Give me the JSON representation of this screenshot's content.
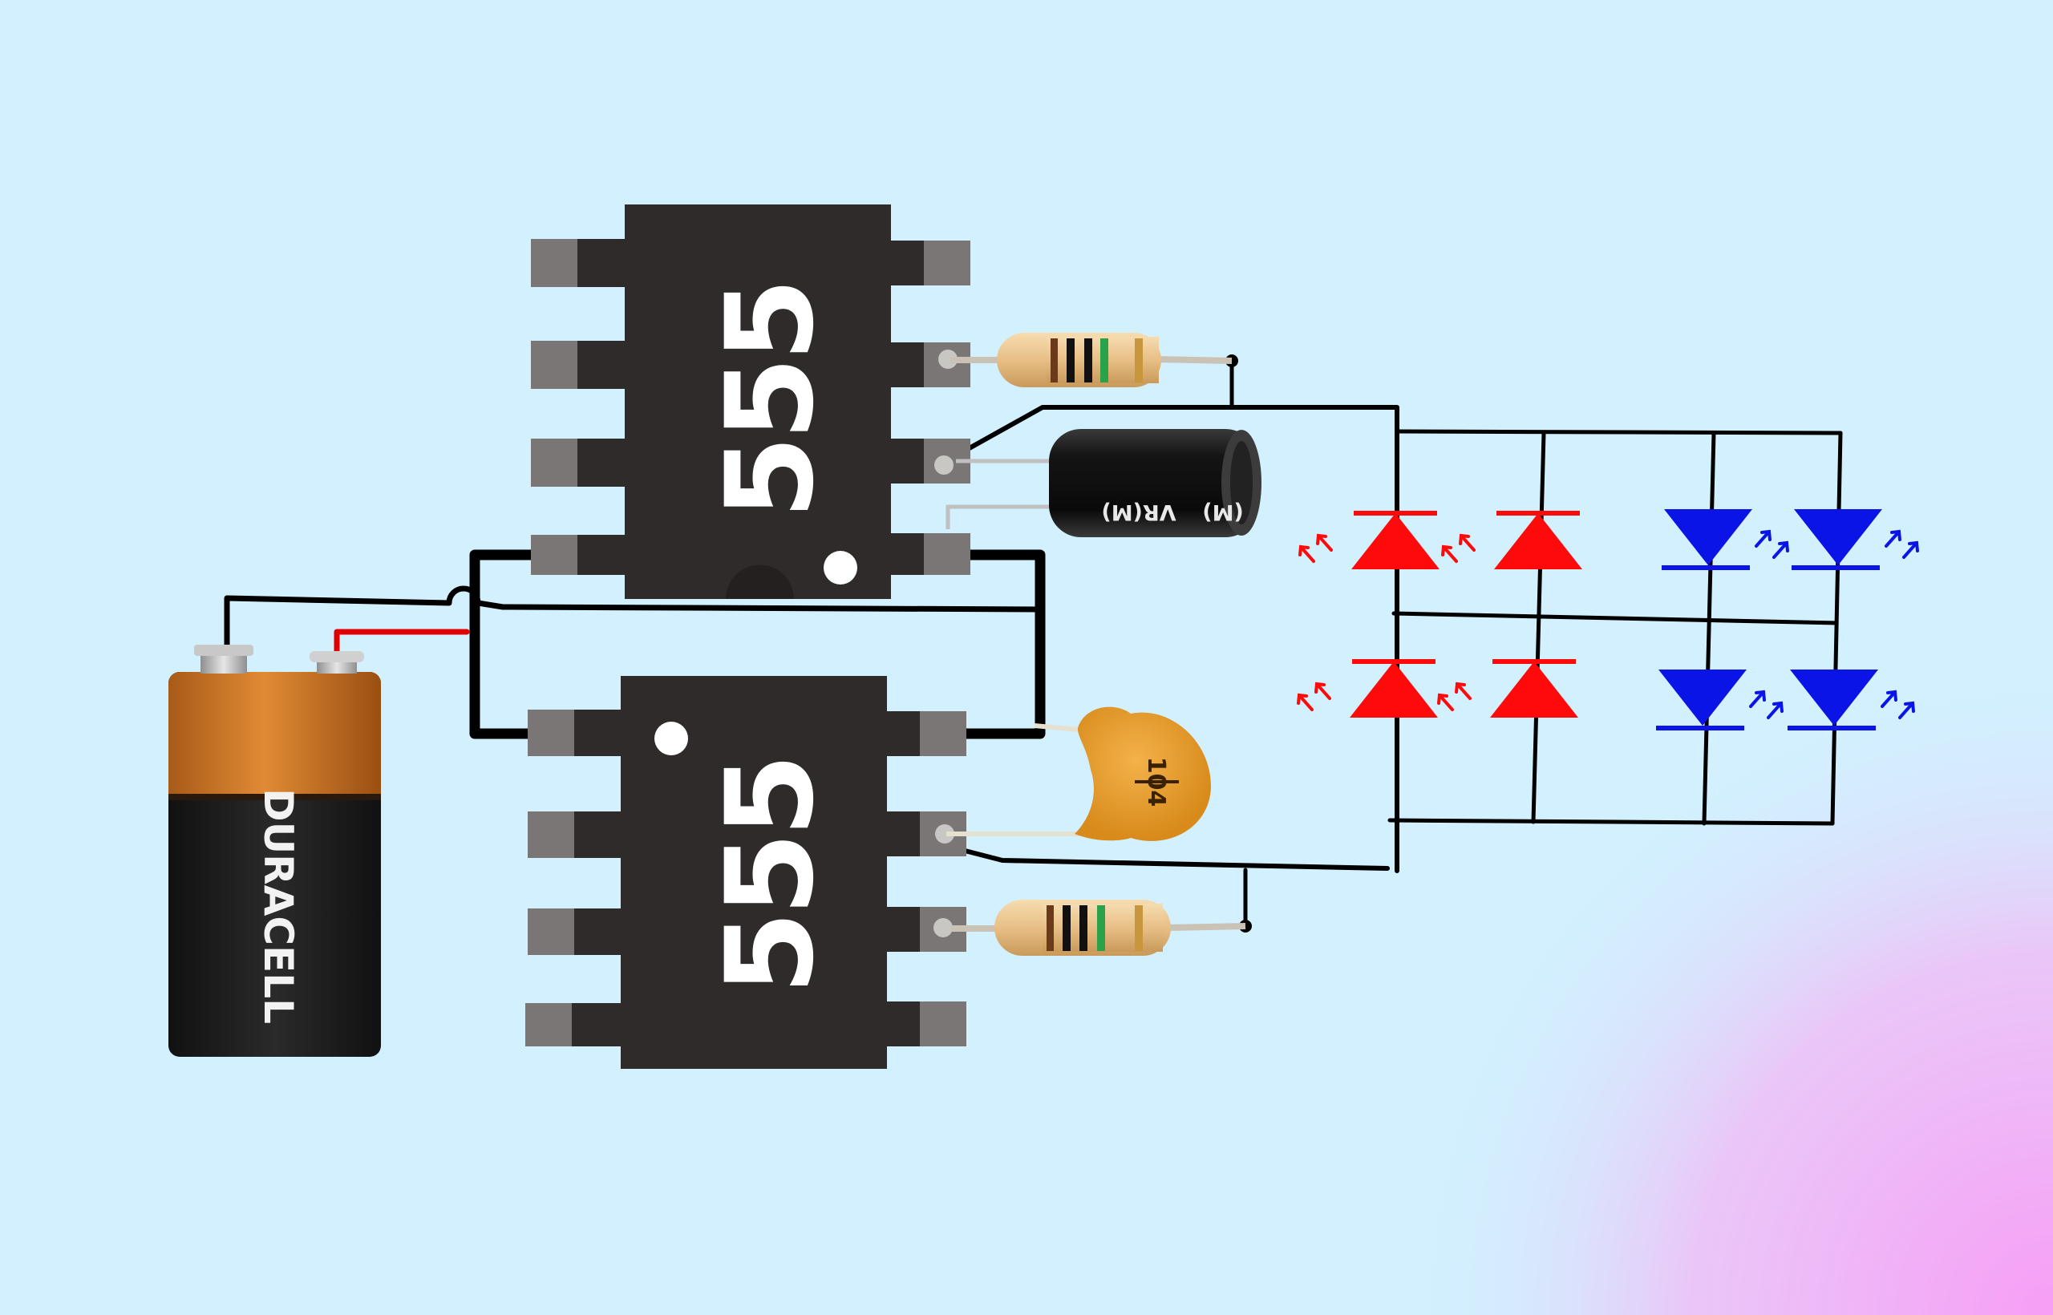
{
  "diagram": {
    "ic_top": {
      "label": "555"
    },
    "ic_bottom": {
      "label": "555"
    },
    "battery": {
      "brand": "DURACELL"
    },
    "ceramic_capacitor": {
      "code": "104"
    },
    "electrolytic_capacitor": {
      "marking": "VR(M)",
      "marking_partial": "(M)"
    },
    "led_colors": {
      "red": "#ff0a0a",
      "blue": "#0a14e6"
    },
    "background_color": "#d2f0fe",
    "accent_gradient": "#f79df5"
  }
}
